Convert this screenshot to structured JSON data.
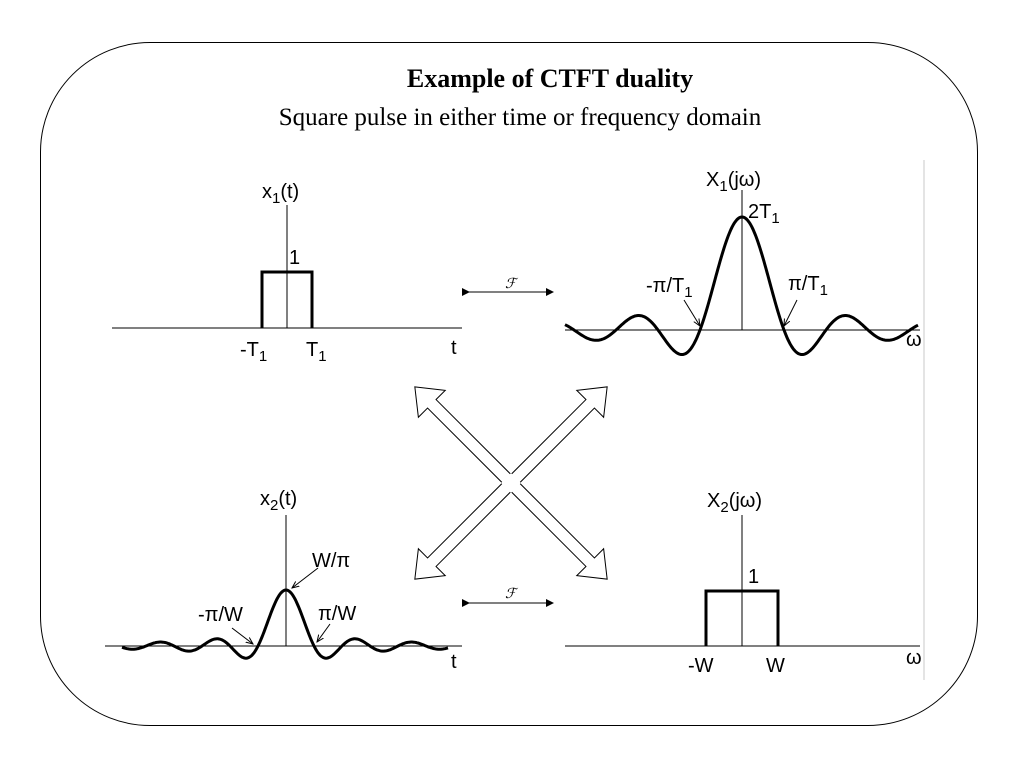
{
  "title": "Example of CTFT duality",
  "subtitle": "Square pulse in either time or frequency domain",
  "transform_symbol": "ℱ",
  "panels": {
    "x1": {
      "ylabel_main": "x",
      "ylabel_sub": "1",
      "ylabel_arg": "(t)",
      "height_label": "1",
      "neg_main": "-T",
      "neg_sub": "1",
      "pos_main": "T",
      "pos_sub": "1",
      "axis_label": "t"
    },
    "X1": {
      "ylabel_main": "X",
      "ylabel_sub": "1",
      "ylabel_arg": "(jω)",
      "peak_main": "2T",
      "peak_sub": "1",
      "neg_zero_main": "-π/T",
      "neg_zero_sub": "1",
      "pos_zero_main": "π/T",
      "pos_zero_sub": "1",
      "axis_label": "ω"
    },
    "x2": {
      "ylabel_main": "x",
      "ylabel_sub": "2",
      "ylabel_arg": "(t)",
      "peak_label": "W/π",
      "neg_zero": "-π/W",
      "pos_zero": "π/W",
      "axis_label": "t"
    },
    "X2": {
      "ylabel_main": "X",
      "ylabel_sub": "2",
      "ylabel_arg": "(jω)",
      "height_label": "1",
      "neg_edge": "-W",
      "pos_edge": "W",
      "axis_label": "ω"
    }
  }
}
